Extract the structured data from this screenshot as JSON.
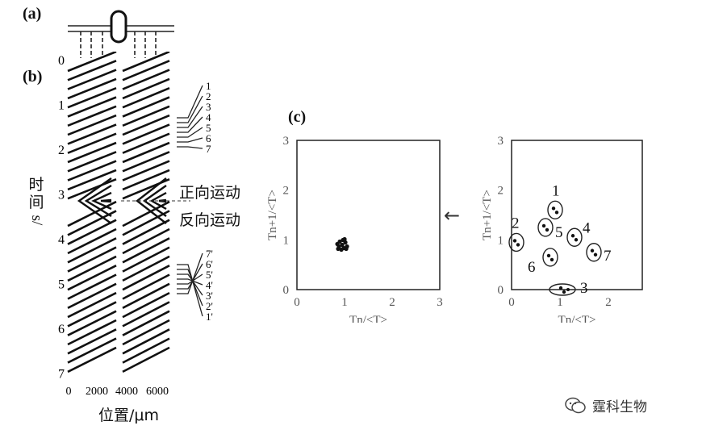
{
  "labels": {
    "a": "(a)",
    "b": "(b)",
    "c": "(c)"
  },
  "panel_b": {
    "y_ticks": [
      "0",
      "1",
      "2",
      "3",
      "4",
      "5",
      "6",
      "7"
    ],
    "x_ticks": [
      "0",
      "2000",
      "4000",
      "6000"
    ],
    "y_axis_label": [
      "时",
      "间",
      "s/"
    ],
    "x_axis_label": "位置/μm",
    "forward_label": "正向运动",
    "reverse_label": "反向运动",
    "upper_callouts": [
      "1",
      "2",
      "3",
      "4",
      "5",
      "6",
      "7"
    ],
    "lower_callouts": [
      "7'",
      "6'",
      "5'",
      "4'",
      "3'",
      "2'",
      "1'"
    ]
  },
  "chart_data": [
    {
      "type": "scatter",
      "title": "",
      "xlabel": "Tn/<T>",
      "ylabel": "Tn+1/<T>",
      "xlim": [
        0,
        3
      ],
      "ylim": [
        0,
        3
      ],
      "x_ticks": [
        "0",
        "1",
        "2",
        "3"
      ],
      "y_ticks": [
        "0",
        "1",
        "2",
        "3"
      ],
      "clusters": [
        {
          "x": 0.95,
          "y": 0.9
        }
      ]
    },
    {
      "type": "scatter",
      "title": "",
      "xlabel": "Tn/<T>",
      "ylabel": "Tn+1/<T>",
      "xlim": [
        0,
        2.7
      ],
      "ylim": [
        0,
        3
      ],
      "x_ticks": [
        "0",
        "1",
        "2"
      ],
      "y_ticks": [
        "0",
        "1",
        "2",
        "3"
      ],
      "clusters": [
        {
          "label": "1",
          "x": 0.9,
          "y": 1.6
        },
        {
          "label": "2",
          "x": 0.1,
          "y": 0.95
        },
        {
          "label": "3",
          "x": 1.05,
          "y": 0.0
        },
        {
          "label": "4",
          "x": 1.3,
          "y": 1.05
        },
        {
          "label": "5",
          "x": 0.7,
          "y": 1.25
        },
        {
          "label": "6",
          "x": 0.8,
          "y": 0.65
        },
        {
          "label": "7",
          "x": 1.7,
          "y": 0.75
        }
      ]
    }
  ],
  "arrow": "←",
  "watermark": {
    "text": "霆科生物",
    "icon": "wechat-icon"
  }
}
